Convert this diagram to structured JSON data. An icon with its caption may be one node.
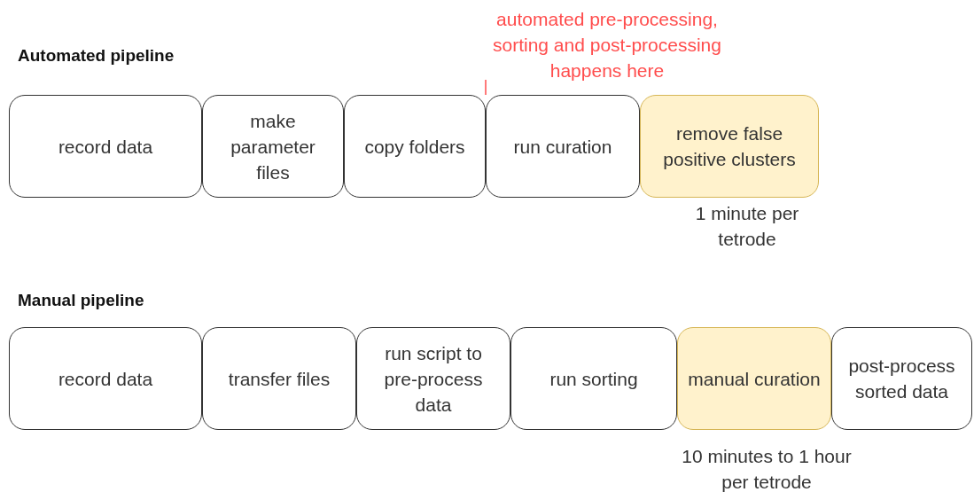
{
  "diagram": {
    "nodes": [
      {
        "text": [
          "automated pre-processing, sorting and post-processing happens here"
        ]
      },
      {
        "text": [
          "record data"
        ]
      },
      {
        "text": [
          "make parameter files"
        ]
      },
      {
        "text": [
          "copy folders"
        ]
      },
      {
        "text": [
          "run curation"
        ]
      },
      {
        "text": [
          "remove false positive clusters"
        ],
        "beside": [
          "1 minute per tetrode"
        ]
      },
      {
        "text": [
          "record data"
        ]
      },
      {
        "text": [
          "transfer files"
        ]
      },
      {
        "text": [
          "run script to pre-process data"
        ]
      },
      {
        "text": [
          "run sorting"
        ]
      },
      {
        "text": [
          "manual curation"
        ],
        "beside": [
          "10 minutes to 1 hour per tetrode"
        ]
      },
      {
        "text": [
          "post-process sorted data"
        ]
      }
    ],
    "edges": [
      {
        "from": 0,
        "to": 3,
        "arrow": "none",
        "color": "#ff4d4d"
      }
    ],
    "labels": [
      "Automated pipeline",
      "Manual pipeline"
    ]
  }
}
